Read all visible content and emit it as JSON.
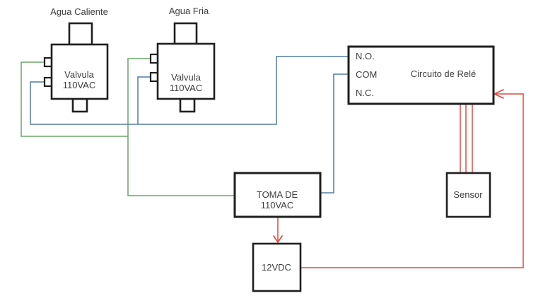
{
  "diagram": {
    "nodes": {
      "hot_valve": {
        "title": "Agua Caliente",
        "line1": "Valvula",
        "line2": "110VAC"
      },
      "cold_valve": {
        "title": "Agua Fria",
        "line1": "Valvula",
        "line2": "110VAC"
      },
      "relay": {
        "label": "Circuito de Relé",
        "terminal_no": "N.O.",
        "terminal_com": "COM",
        "terminal_nc": "N.C."
      },
      "outlet": {
        "line1": "TOMA DE",
        "line2": "110VAC"
      },
      "psu": {
        "label": "12VDC"
      },
      "sensor": {
        "label": "Sensor"
      }
    },
    "colors": {
      "wire_green": "#6aa56a",
      "wire_blue": "#527ba3",
      "wire_red": "#dd4a44",
      "box_border": "#1f1f1f"
    }
  }
}
